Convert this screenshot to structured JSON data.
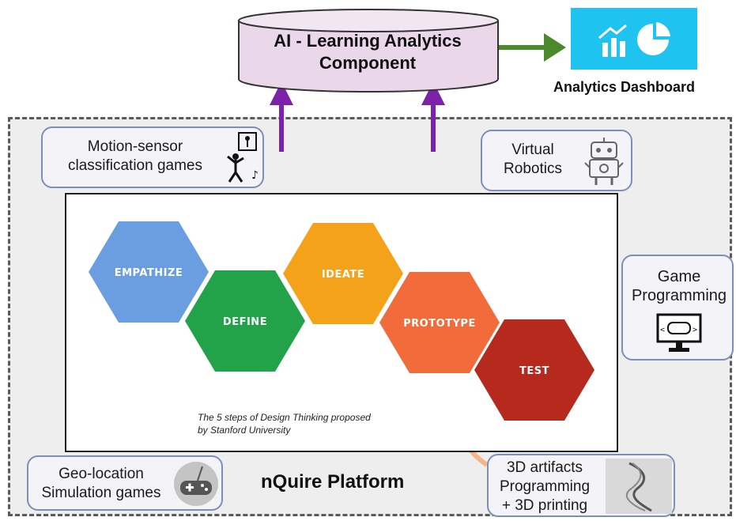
{
  "ai_component": {
    "label": "AI - Learning Analytics\nComponent"
  },
  "dashboard": {
    "label": "Analytics Dashboard",
    "tile_color": "#1ec3ef",
    "icons": [
      "bar-chart-icon",
      "pie-chart-icon"
    ]
  },
  "platform": {
    "label": "nQuire Platform"
  },
  "tools": {
    "motion": {
      "label": "Motion-sensor\nclassification games",
      "icon": "motion-sensor-icon"
    },
    "robotics": {
      "label": "Virtual\nRobotics",
      "icon": "robot-icon"
    },
    "game_programming": {
      "label": "Game\nProgramming",
      "icon": "monitor-gamepad-icon"
    },
    "geo": {
      "label": "Geo-location\nSimulation games",
      "icon": "gamepad-icon"
    },
    "printing": {
      "label": "3D artifacts\nProgramming\n+ 3D printing",
      "icon": "3d-model-icon"
    }
  },
  "design_thinking": {
    "caption": "The 5 steps of  Design Thinking proposed\nby Stanford University",
    "steps": [
      {
        "label": "Empathize",
        "color": "#6b9ee0"
      },
      {
        "label": "Define",
        "color": "#22a34a"
      },
      {
        "label": "Ideate",
        "color": "#f5a21b"
      },
      {
        "label": "Prototype",
        "color": "#f26b3a"
      },
      {
        "label": "Test",
        "color": "#b52a1c"
      }
    ]
  },
  "colors": {
    "upload_arrow": "#7b22a8",
    "dashboard_arrow": "#4a8a2a",
    "feedback_arrow": "#f5b58a"
  }
}
